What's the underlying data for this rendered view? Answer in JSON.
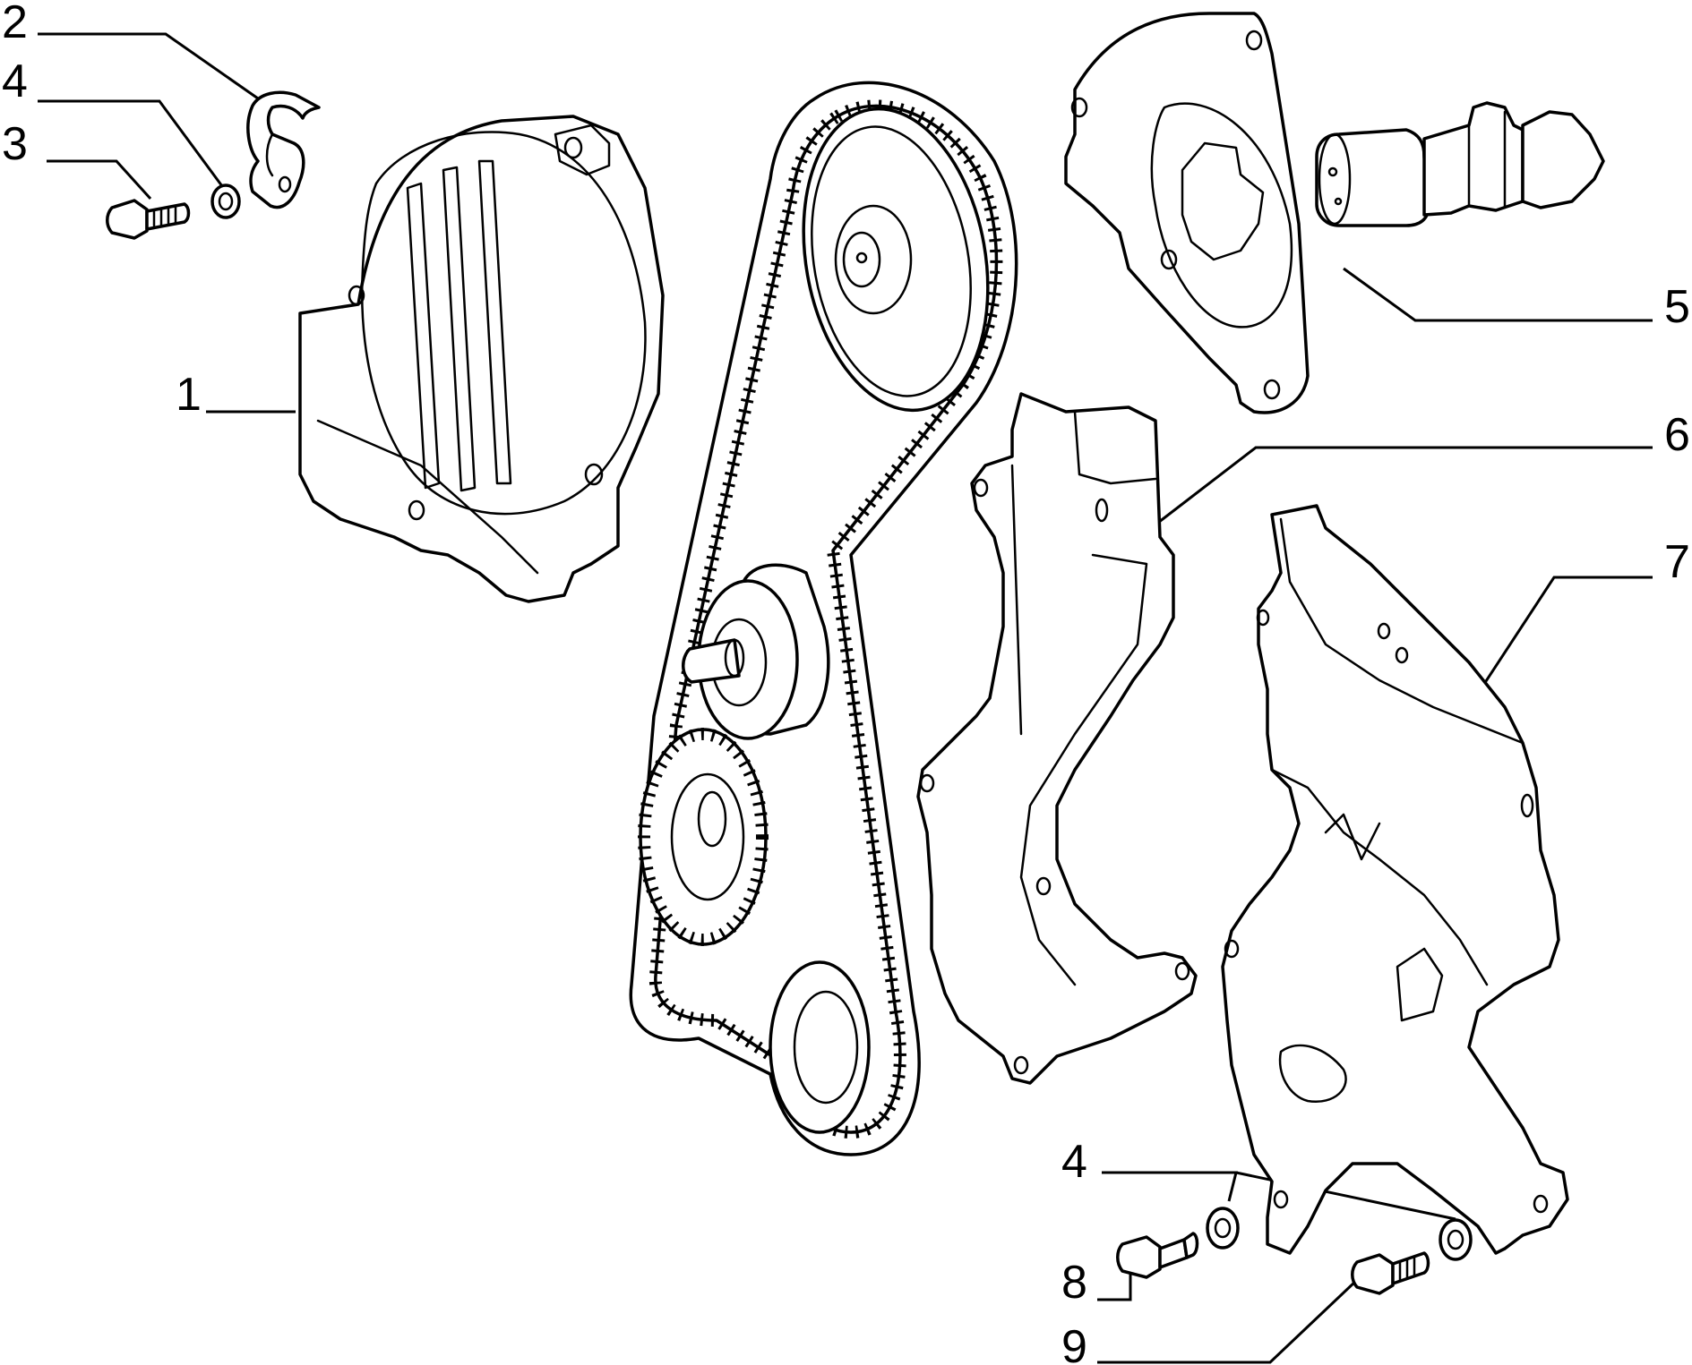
{
  "callouts": [
    {
      "id": "c1",
      "label": "1"
    },
    {
      "id": "c2",
      "label": "2"
    },
    {
      "id": "c3",
      "label": "3"
    },
    {
      "id": "c4a",
      "label": "4"
    },
    {
      "id": "c4b",
      "label": "4"
    },
    {
      "id": "c5",
      "label": "5"
    },
    {
      "id": "c6",
      "label": "6"
    },
    {
      "id": "c7",
      "label": "7"
    },
    {
      "id": "c8",
      "label": "8"
    },
    {
      "id": "c9",
      "label": "9"
    }
  ],
  "colors": {
    "ink": "#000000",
    "paper": "#ffffff"
  }
}
